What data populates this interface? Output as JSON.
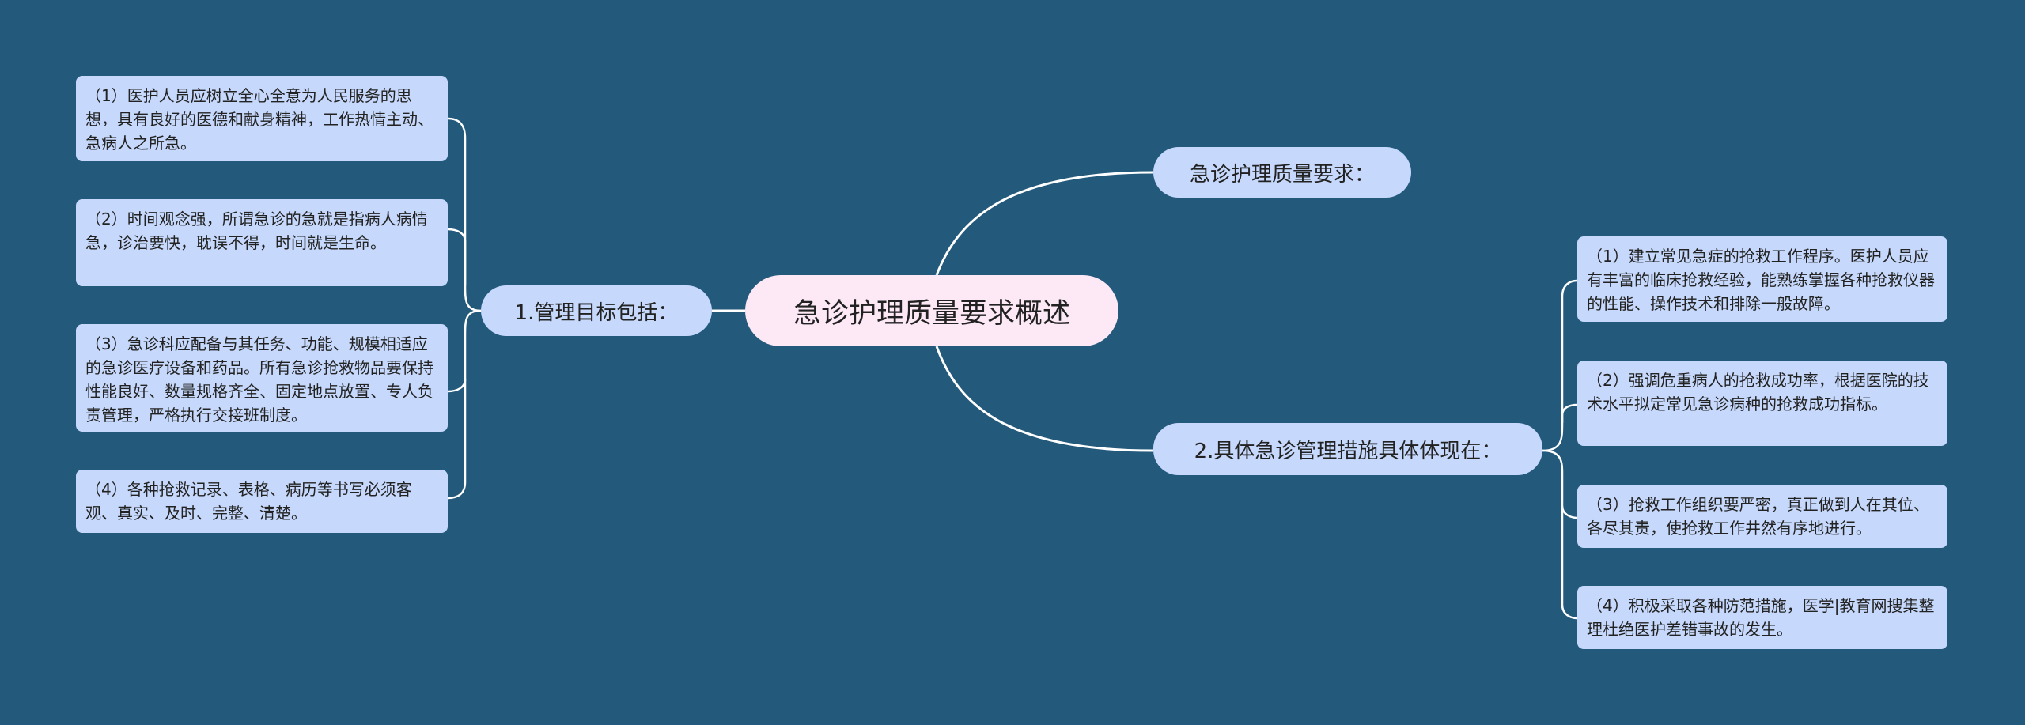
{
  "mindmap": {
    "central": "急诊护理质量要求概述",
    "branch_top": "急诊护理质量要求：",
    "branch_left": "1.管理目标包括：",
    "branch_right": "2.具体急诊管理措施具体体现在：",
    "left_items": [
      "（1）医护人员应树立全心全意为人民服务的思想，具有良好的医德和献身精神，工作热情主动、急病人之所急。",
      "（2）时间观念强，所谓急诊的急就是指病人病情急，诊治要快，耽误不得，时间就是生命。",
      "（3）急诊科应配备与其任务、功能、规模相适应的急诊医疗设备和药品。所有急诊抢救物品要保持性能良好、数量规格齐全、固定地点放置、专人负责管理，严格执行交接班制度。",
      "（4）各种抢救记录、表格、病历等书写必须客观、真实、及时、完整、清楚。"
    ],
    "right_items": [
      "（1）建立常见急症的抢救工作程序。医护人员应有丰富的临床抢救经验，能熟练掌握各种抢救仪器的性能、操作技术和排除一般故障。",
      "（2）强调危重病人的抢救成功率，根据医院的技术水平拟定常见急诊病种的抢救成功指标。",
      "（3）抢救工作组织要严密，真正做到人在其位、各尽其责，使抢救工作井然有序地进行。",
      "（4）积极采取各种防范措施，医学|教育网搜集整理杜绝医护差错事故的发生。"
    ]
  },
  "colors": {
    "background": "#23597b",
    "node_fill": "#c6d8fb",
    "central_fill": "#fde8f5",
    "connector": "#ffffff"
  }
}
